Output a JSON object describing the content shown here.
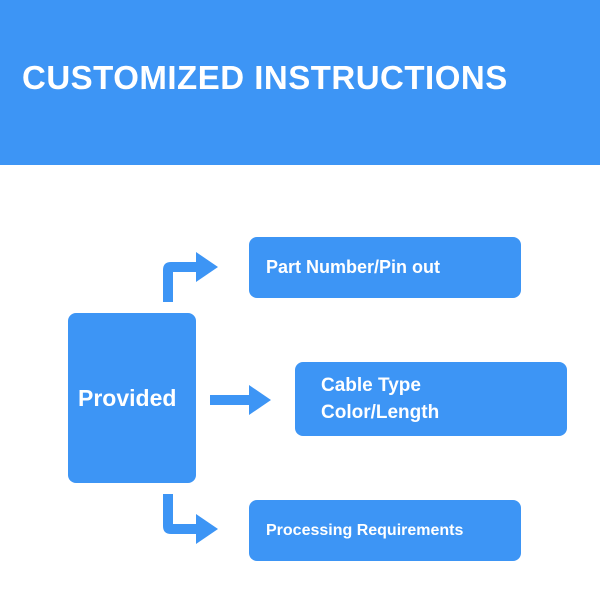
{
  "banner": {
    "title": "CUSTOMIZED INSTRUCTIONS",
    "color": "#3d95f5"
  },
  "source": {
    "label": "Provided"
  },
  "targets": {
    "part": "Part Number/Pin out",
    "cable_line1": "Cable Type",
    "cable_line2": "Color/Length",
    "processing": "Processing Requirements"
  },
  "colors": {
    "box": "#3d95f5",
    "text": "#ffffff",
    "background": "#ffffff"
  }
}
